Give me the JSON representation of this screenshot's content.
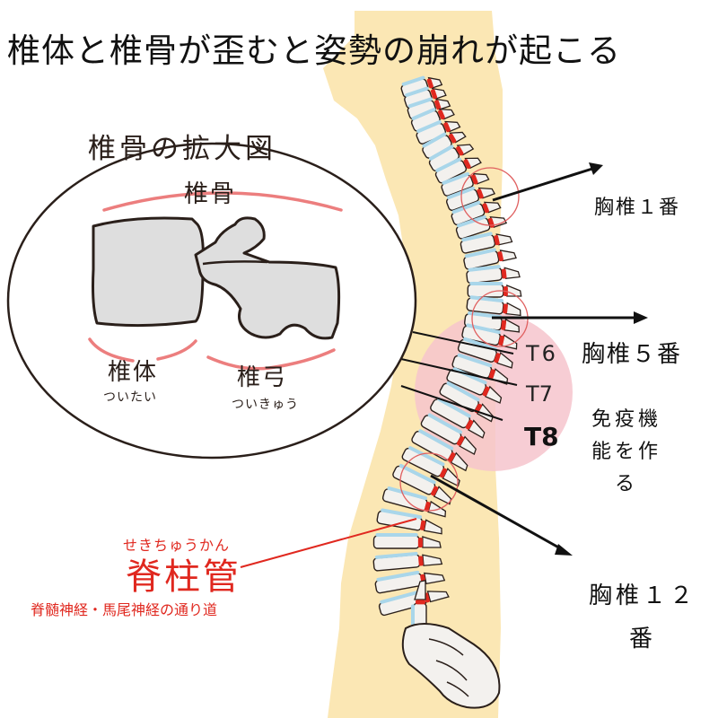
{
  "title": "椎体と椎骨が歪むと姿勢の崩れが起こる",
  "inset": {
    "title": "椎骨の拡大図",
    "vertebra_label": "椎骨",
    "body_label": "椎体",
    "body_reading": "ついたい",
    "arch_label": "椎弓",
    "arch_reading": "ついきゅう"
  },
  "canal": {
    "reading": "せきちゅうかん",
    "label": "脊柱管",
    "description": "脊髄神経・馬尾神経の通り道"
  },
  "labels": {
    "t1": "胸椎１番",
    "t5": "胸椎５番",
    "t6": "T6",
    "t7": "T7",
    "t8": "T8",
    "immune": "免疫機能を作る",
    "t12": "胸椎１２番"
  },
  "colors": {
    "body_silhouette": "#fbe7b4",
    "highlight_zone": "#f6c4cc",
    "spinal_canal": "#e0281f",
    "disc": "#a9d6ea",
    "bone": "#f3f1ee",
    "outline": "#2a1f1a",
    "arrow": "#111111",
    "guide_circle": "#e06060"
  }
}
